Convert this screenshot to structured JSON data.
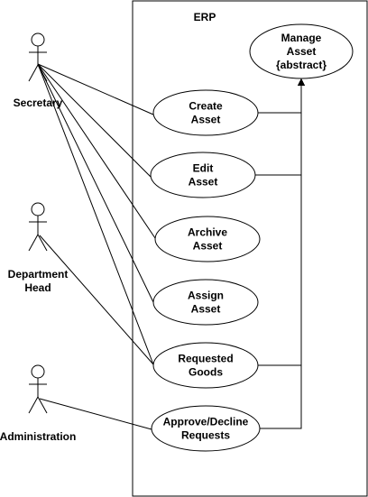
{
  "system": {
    "name": "ERP"
  },
  "actors": [
    {
      "id": "secretary",
      "label": "Secretary"
    },
    {
      "id": "department-head",
      "label": [
        "Department",
        "Head"
      ]
    },
    {
      "id": "administration",
      "label": "Administration"
    }
  ],
  "use_cases": [
    {
      "id": "manage-asset",
      "lines": [
        "Manage",
        "Asset",
        "{abstract}"
      ]
    },
    {
      "id": "create-asset",
      "lines": [
        "Create",
        "Asset"
      ]
    },
    {
      "id": "edit-asset",
      "lines": [
        "Edit",
        "Asset"
      ]
    },
    {
      "id": "archive-asset",
      "lines": [
        "Archive",
        "Asset"
      ]
    },
    {
      "id": "assign-asset",
      "lines": [
        "Assign",
        "Asset"
      ]
    },
    {
      "id": "requested-goods",
      "lines": [
        "Requested",
        "Goods"
      ]
    },
    {
      "id": "approve-decline-requests",
      "lines": [
        "Approve/Decline",
        "Requests"
      ]
    }
  ],
  "associations": [
    {
      "actor": "secretary",
      "use_case": "create-asset"
    },
    {
      "actor": "secretary",
      "use_case": "edit-asset"
    },
    {
      "actor": "secretary",
      "use_case": "archive-asset"
    },
    {
      "actor": "secretary",
      "use_case": "assign-asset"
    },
    {
      "actor": "secretary",
      "use_case": "requested-goods"
    },
    {
      "actor": "department-head",
      "use_case": "requested-goods"
    },
    {
      "actor": "administration",
      "use_case": "approve-decline-requests"
    }
  ],
  "generalizations": [
    {
      "child": "create-asset",
      "parent": "manage-asset"
    },
    {
      "child": "edit-asset",
      "parent": "manage-asset"
    },
    {
      "child": "requested-goods",
      "parent": "manage-asset"
    },
    {
      "child": "approve-decline-requests",
      "parent": "manage-asset"
    }
  ]
}
